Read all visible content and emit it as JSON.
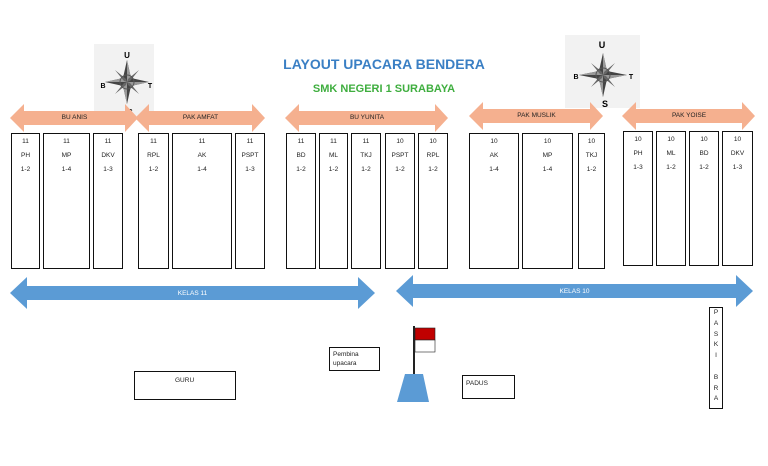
{
  "title": "LAYOUT UPACARA BENDERA",
  "subtitle": "SMK NEGERI 1 SURABAYA",
  "compass": {
    "n": "U",
    "s": "S",
    "e": "T",
    "w": "B"
  },
  "teacher_arrows": [
    "BU  ANIS",
    "PAK AMFAT",
    "BU YUNITA",
    "PAK MUSLIK",
    "PAK YOISE"
  ],
  "classes": [
    {
      "grade": "11",
      "major": "PH",
      "group": "1-2"
    },
    {
      "grade": "11",
      "major": "MP",
      "group": "1-4"
    },
    {
      "grade": "11",
      "major": "DKV",
      "group": "1-3"
    },
    {
      "grade": "11",
      "major": "RPL",
      "group": "1-2"
    },
    {
      "grade": "11",
      "major": "AK",
      "group": "1-4"
    },
    {
      "grade": "11",
      "major": "PSPT",
      "group": "1-3"
    },
    {
      "grade": "11",
      "major": "BD",
      "group": "1-2"
    },
    {
      "grade": "11",
      "major": "ML",
      "group": "1-2"
    },
    {
      "grade": "11",
      "major": "TKJ",
      "group": "1-2"
    },
    {
      "grade": "10",
      "major": "PSPT",
      "group": "1-2"
    },
    {
      "grade": "10",
      "major": "RPL",
      "group": "1-2"
    },
    {
      "grade": "10",
      "major": "AK",
      "group": "1-4"
    },
    {
      "grade": "10",
      "major": "MP",
      "group": "1-4"
    },
    {
      "grade": "10",
      "major": "TKJ",
      "group": "1-2"
    },
    {
      "grade": "10",
      "major": "PH",
      "group": "1-3"
    },
    {
      "grade": "10",
      "major": "ML",
      "group": "1-2"
    },
    {
      "grade": "10",
      "major": "BD",
      "group": "1-2"
    },
    {
      "grade": "10",
      "major": "DKV",
      "group": "1-3"
    }
  ],
  "grade_arrows": [
    "KELAS 11",
    "KELAS 10"
  ],
  "pembina": [
    "Pembina",
    "upacara"
  ],
  "guru": "GURU",
  "padus": "PADUS",
  "paskibra_letters": [
    "P",
    "A",
    "S",
    "K",
    "I",
    "",
    "B",
    "R",
    "A"
  ],
  "colors": {
    "title": "#3a7fc4",
    "subtitle": "#3fae3f",
    "teacher_arrow": "#f5b08f",
    "grade_arrow": "#5b9bd5",
    "flag_red": "#c00000",
    "flag_base": "#5b9bd5"
  }
}
